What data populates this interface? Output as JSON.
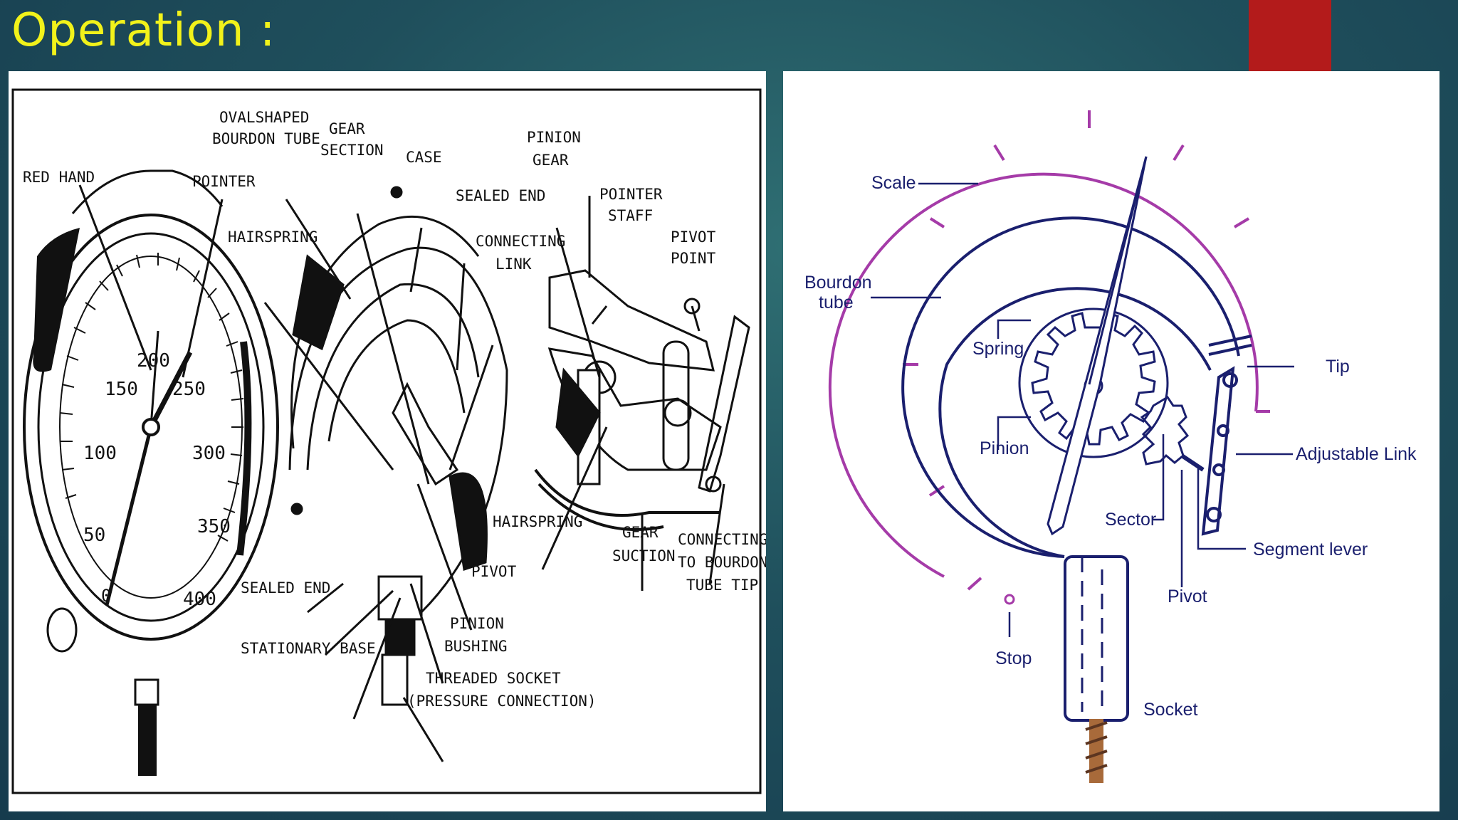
{
  "slide": {
    "title": "Operation :"
  },
  "colors": {
    "title": "#f2f21a",
    "accent": "#b31b1b",
    "diagram_line": "#1a1f6e",
    "scale": "#a53ba8",
    "socket": "#a86a3a"
  },
  "left_diagram": {
    "labels": {
      "red_hand": "RED HAND",
      "pointer": "POINTER",
      "oval_1": "OVALSHAPED",
      "oval_2": "BOURDON TUBE",
      "gear_1": "GEAR",
      "gear_2": "SECTION",
      "case": "CASE",
      "pinion_gear_1": "PINION",
      "pinion_gear_2": "GEAR",
      "sealed_end_top": "SEALED END",
      "pointer_staff_1": "POINTER",
      "pointer_staff_2": "STAFF",
      "pivot_point_1": "PIVOT",
      "pivot_point_2": "POINT",
      "hairspring_top": "HAIRSPRING",
      "connecting_link_1": "CONNECTING",
      "connecting_link_2": "LINK",
      "hairspring_bottom": "HAIRSPRING",
      "gear_suction_1": "GEAR",
      "gear_suction_2": "SUCTION",
      "conn_tip_1": "CONNECTING",
      "conn_tip_2": "TO BOURDON",
      "conn_tip_3": "TUBE TIP",
      "pivot": "PIVOT",
      "sealed_end_bottom": "SEALED END",
      "pinion_bushing_1": "PINION",
      "pinion_bushing_2": "BUSHING",
      "stationary_base": "STATIONARY BASE",
      "threaded_socket_1": "THREADED SOCKET",
      "threaded_socket_2": "(PRESSURE CONNECTION)"
    },
    "dial_numbers": [
      "0",
      "50",
      "100",
      "150",
      "200",
      "250",
      "300",
      "350",
      "400"
    ]
  },
  "right_diagram": {
    "labels": {
      "scale": "Scale",
      "bourdon_1": "Bourdon",
      "bourdon_2": "tube",
      "spring": "Spring",
      "pinion": "Pinion",
      "tip": "Tip",
      "adjustable_link": "Adjustable Link",
      "sector": "Sector",
      "segment_lever": "Segment lever",
      "pivot": "Pivot",
      "stop": "Stop",
      "socket": "Socket"
    }
  }
}
